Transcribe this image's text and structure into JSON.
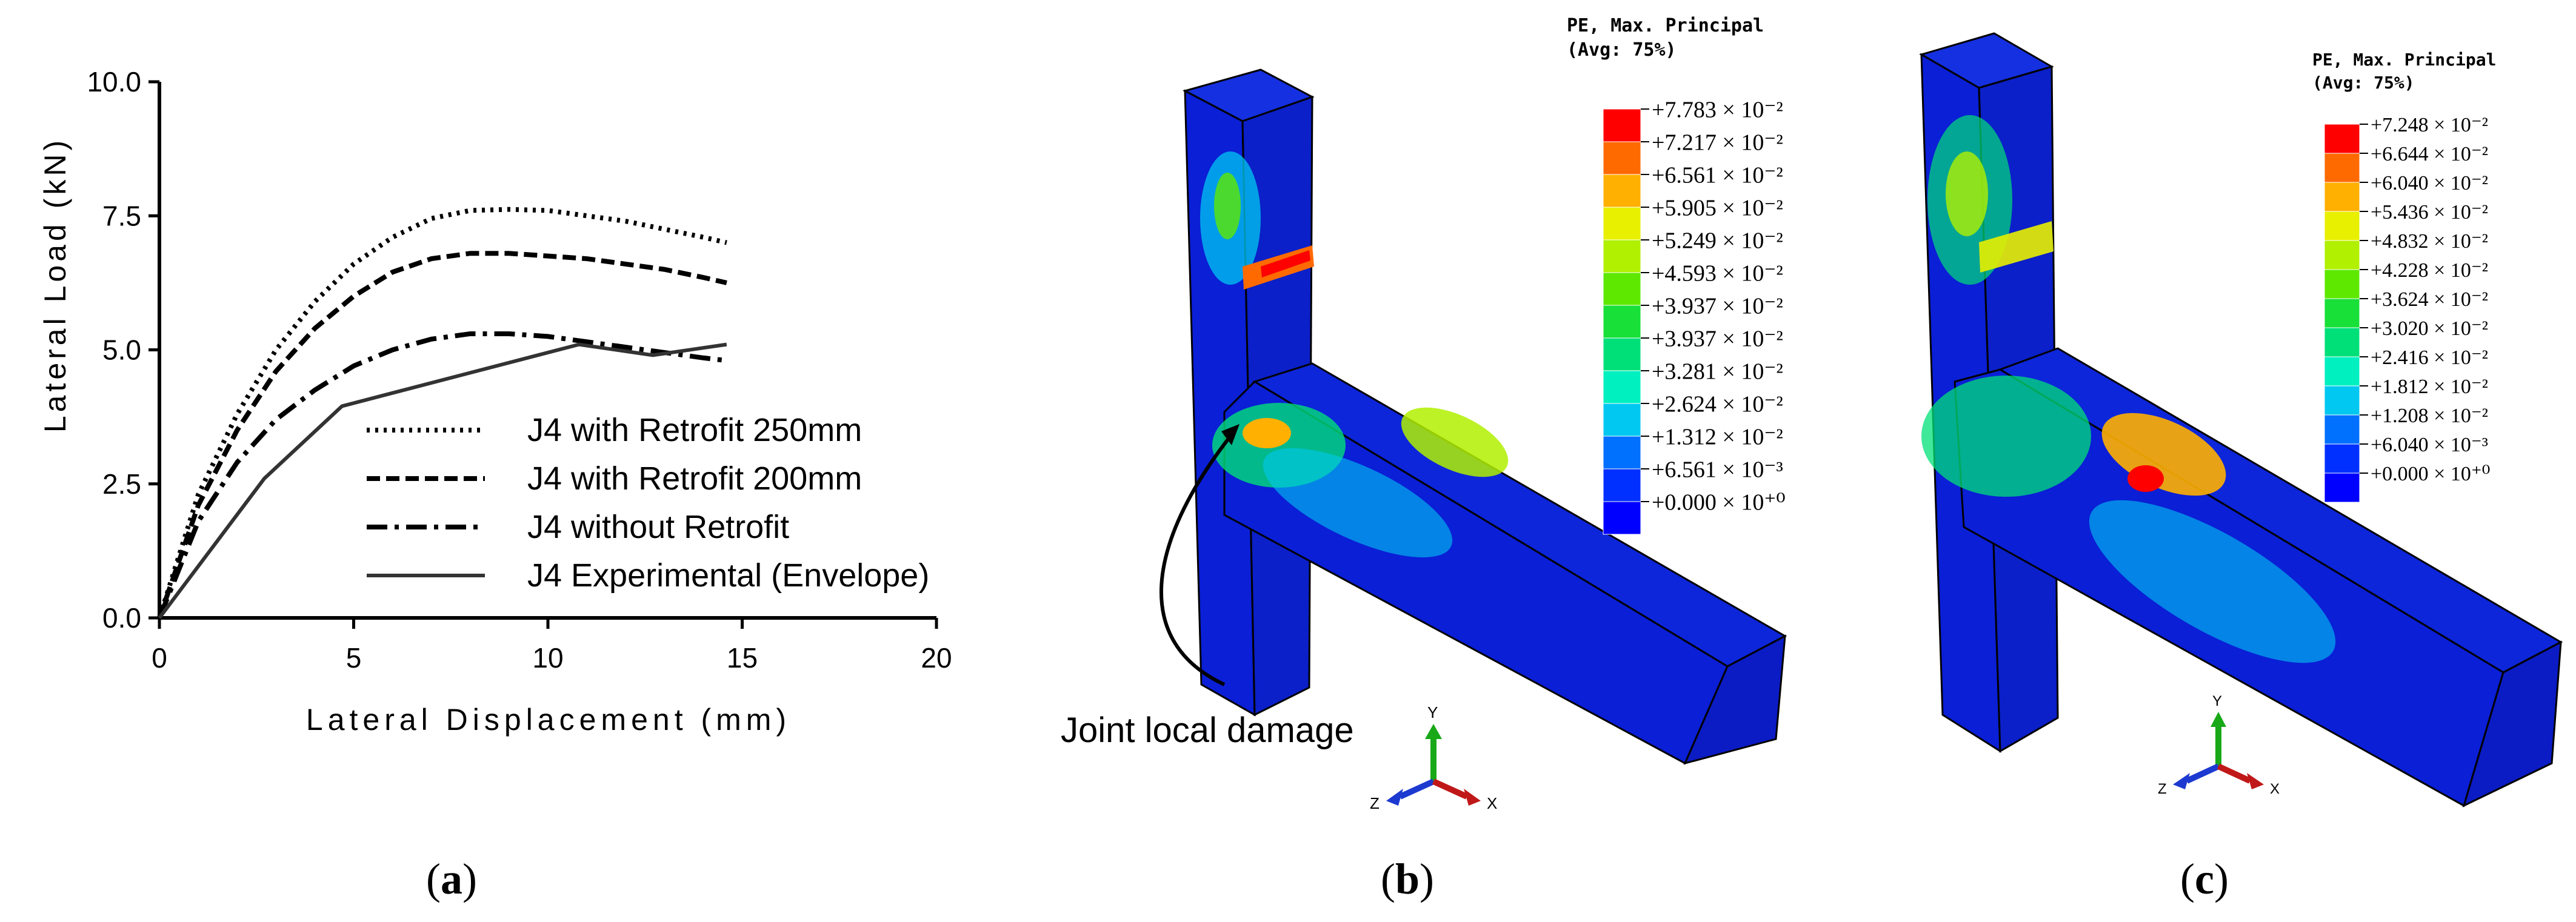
{
  "panels": {
    "a": {
      "label_open": "(",
      "label_letter": "a",
      "label_close": ")"
    },
    "b": {
      "label_open": "(",
      "label_letter": "b",
      "label_close": ")"
    },
    "c": {
      "label_open": "(",
      "label_letter": "c",
      "label_close": ")"
    }
  },
  "chart_data": [
    {
      "type": "line",
      "xlabel": "Lateral Displacement (mm)",
      "ylabel": "Lateral Load (kN)",
      "xlim": [
        0,
        20
      ],
      "ylim": [
        0,
        10
      ],
      "xticks": [
        "0",
        "5",
        "10",
        "15",
        "20"
      ],
      "yticks": [
        "0.0",
        "2.5",
        "5.0",
        "7.5",
        "10.0"
      ],
      "xtick_values": [
        0,
        5,
        10,
        15,
        20
      ],
      "ytick_values": [
        0,
        2.5,
        5,
        7.5,
        10
      ],
      "grid": false,
      "legend_position": "bottom-right",
      "series": [
        {
          "name": "J4 with Retrofit 250mm",
          "style": "dotted",
          "x": [
            0,
            1,
            2,
            3,
            4,
            5,
            6,
            7,
            8,
            9,
            10,
            11,
            12,
            13,
            14,
            14.6
          ],
          "y": [
            0,
            2.3,
            3.8,
            5.0,
            5.9,
            6.6,
            7.1,
            7.45,
            7.6,
            7.62,
            7.6,
            7.5,
            7.4,
            7.25,
            7.1,
            7.0
          ]
        },
        {
          "name": "J4 with Retrofit 200mm",
          "style": "dashed",
          "x": [
            0,
            1,
            2,
            3,
            4,
            5,
            6,
            7,
            8,
            9,
            10,
            11,
            12,
            13,
            14,
            14.6
          ],
          "y": [
            0,
            2.1,
            3.5,
            4.6,
            5.4,
            6.0,
            6.45,
            6.7,
            6.8,
            6.8,
            6.75,
            6.7,
            6.6,
            6.5,
            6.35,
            6.25
          ]
        },
        {
          "name": "J4 without Retrofit",
          "style": "dashdot",
          "x": [
            0,
            1,
            2,
            3,
            4,
            5,
            6,
            7,
            8,
            9,
            10,
            11,
            12,
            13,
            14,
            14.6
          ],
          "y": [
            0,
            1.8,
            2.9,
            3.7,
            4.25,
            4.7,
            5.0,
            5.2,
            5.3,
            5.3,
            5.25,
            5.15,
            5.05,
            4.95,
            4.85,
            4.8
          ]
        },
        {
          "name": "J4 Experimental (Envelope)",
          "style": "solid",
          "x": [
            0,
            2.7,
            4.7,
            10.8,
            12.7,
            14.6
          ],
          "y": [
            0,
            2.6,
            3.95,
            5.1,
            4.9,
            5.1
          ]
        }
      ]
    },
    {
      "type": "contour-legend",
      "title_line1": "PE, Max. Principal",
      "title_line2": "(Avg: 75%)",
      "levels": [
        "+7.783 × 10⁻²",
        "+7.217 × 10⁻²",
        "+6.561 × 10⁻²",
        "+5.905 × 10⁻²",
        "+5.249 × 10⁻²",
        "+4.593 × 10⁻²",
        "+3.937 × 10⁻²",
        "+3.937 × 10⁻²",
        "+3.281 × 10⁻²",
        "+2.624 × 10⁻²",
        "+1.312 × 10⁻²",
        "+6.561 × 10⁻³",
        "+0.000 × 10⁺⁰"
      ],
      "colors": [
        "#ff0000",
        "#ff6a00",
        "#ffb000",
        "#e8f000",
        "#b0f000",
        "#5ee800",
        "#18e038",
        "#00e078",
        "#00f0c0",
        "#00c8f0",
        "#0070ff",
        "#0030ff",
        "#0000ff"
      ],
      "annotation": "Joint local damage",
      "axes": {
        "y": "Y",
        "z": "Z",
        "x": "X"
      }
    },
    {
      "type": "contour-legend",
      "title_line1": "PE, Max. Principal",
      "title_line2": "(Avg: 75%)",
      "levels": [
        "+7.248 × 10⁻²",
        "+6.644 × 10⁻²",
        "+6.040 × 10⁻²",
        "+5.436 × 10⁻²",
        "+4.832 × 10⁻²",
        "+4.228 × 10⁻²",
        "+3.624 × 10⁻²",
        "+3.020 × 10⁻²",
        "+2.416 × 10⁻²",
        "+1.812 × 10⁻²",
        "+1.208 × 10⁻²",
        "+6.040 × 10⁻³",
        "+0.000 × 10⁺⁰"
      ],
      "colors": [
        "#ff0000",
        "#ff6a00",
        "#ffb000",
        "#e8f000",
        "#b0f000",
        "#5ee800",
        "#18e038",
        "#00e078",
        "#00f0c0",
        "#00c8f0",
        "#0070ff",
        "#0030ff",
        "#0000ff"
      ],
      "axes": {
        "y": "Y",
        "z": "Z",
        "x": "X"
      }
    }
  ],
  "colors": {
    "mesh_blue": "#0a1fd6",
    "edge": "#000000"
  }
}
